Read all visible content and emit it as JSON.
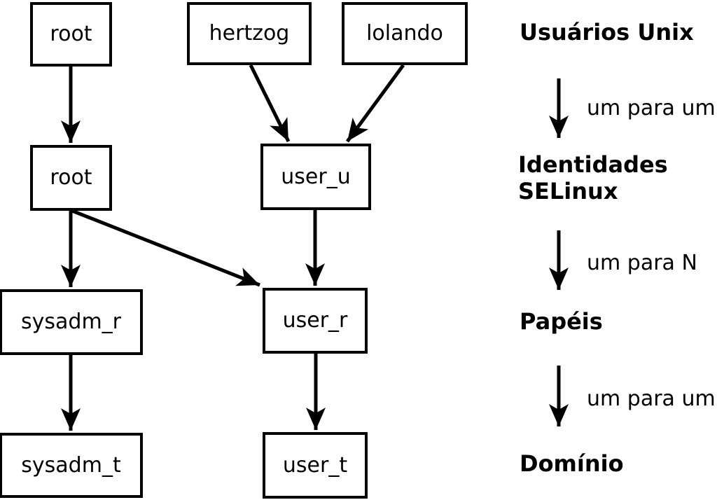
{
  "diagram": {
    "colors": {
      "foreground": "#000000",
      "background": "#ffffff"
    },
    "nodes": [
      {
        "id": "unix-root",
        "label": "root"
      },
      {
        "id": "unix-hertzog",
        "label": "hertzog"
      },
      {
        "id": "unix-lolando",
        "label": "lolando"
      },
      {
        "id": "selinux-root",
        "label": "root"
      },
      {
        "id": "selinux-user_u",
        "label": "user_u"
      },
      {
        "id": "role-sysadm_r",
        "label": "sysadm_r"
      },
      {
        "id": "role-user_r",
        "label": "user_r"
      },
      {
        "id": "domain-sysadm_t",
        "label": "sysadm_t"
      },
      {
        "id": "domain-user_t",
        "label": "user_t"
      }
    ],
    "edges": [
      {
        "from": "unix-root",
        "to": "selinux-root"
      },
      {
        "from": "unix-hertzog",
        "to": "selinux-user_u"
      },
      {
        "from": "unix-lolando",
        "to": "selinux-user_u"
      },
      {
        "from": "selinux-root",
        "to": "role-sysadm_r"
      },
      {
        "from": "selinux-root",
        "to": "role-user_r"
      },
      {
        "from": "selinux-user_u",
        "to": "role-user_r"
      },
      {
        "from": "role-sysadm_r",
        "to": "domain-sysadm_t"
      },
      {
        "from": "role-user_r",
        "to": "domain-user_t"
      }
    ],
    "legend": {
      "unix_users": "Usuários Unix",
      "relation_1": "um para um",
      "identities_line1": "Identidades",
      "identities_line2": "SELinux",
      "relation_2": "um para N",
      "roles": "Papéis",
      "relation_3": "um para um",
      "domain": "Domínio"
    }
  }
}
